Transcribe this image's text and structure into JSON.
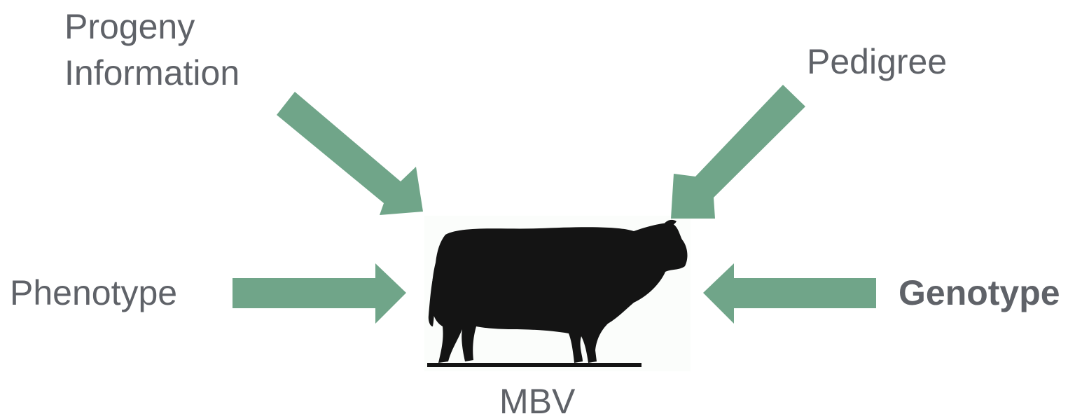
{
  "labels": {
    "progeny_line1": "Progeny",
    "progeny_line2": "Information",
    "pedigree": "Pedigree",
    "phenotype": "Phenotype",
    "genotype": "Genotype",
    "center": "MBV"
  },
  "colors": {
    "arrow": "#70a589",
    "text": "#5f6268",
    "animal": "#141414"
  },
  "icons": {
    "animal": "bull-illustration"
  }
}
